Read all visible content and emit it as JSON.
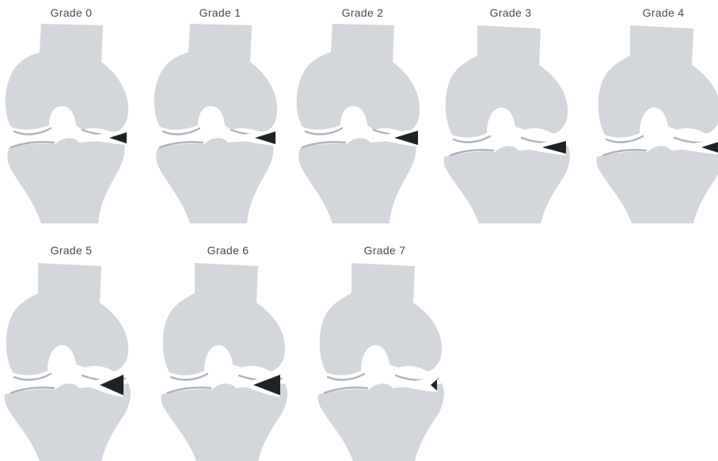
{
  "colors": {
    "bone": "#d3d6da",
    "cartilage_line": "#aeb3ba",
    "tear": "#1e2323",
    "label": "#4a4a4a"
  },
  "panels": [
    {
      "label": "Grade 0",
      "stage": 0
    },
    {
      "label": "Grade 1",
      "stage": 1
    },
    {
      "label": "Grade 2",
      "stage": 2
    },
    {
      "label": "Grade 3",
      "stage": 3
    },
    {
      "label": "Grade 4",
      "stage": 4
    },
    {
      "label": "Grade 5",
      "stage": 5
    },
    {
      "label": "Grade 6",
      "stage": 6
    },
    {
      "label": "Grade 7",
      "stage": 7
    }
  ]
}
